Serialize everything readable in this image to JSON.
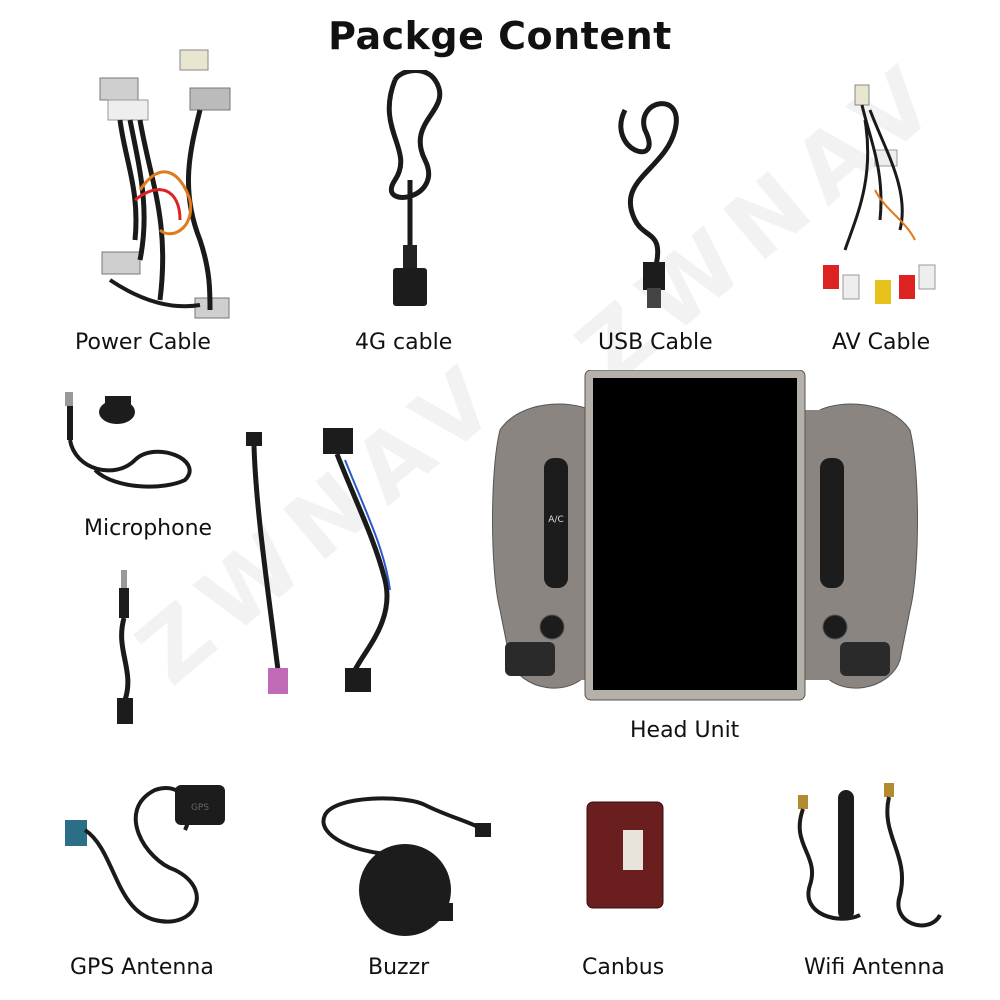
{
  "title": "Packge Content",
  "items": {
    "power_cable": "Power Cable",
    "fourg_cable": "4G cable",
    "usb_cable": "USB Cable",
    "av_cable": "AV Cable",
    "microphone": "Microphone",
    "head_unit": "Head Unit",
    "gps_antenna": "GPS Antenna",
    "buzzr": "Buzzr",
    "canbus": "Canbus",
    "wifi_antenna": "Wifi Antenna"
  },
  "gps_module_text": "GPS",
  "button_ac": "A/C",
  "watermark": "ZWNAV",
  "colors": {
    "cable": "#1a1a1a",
    "bezel": "#8a8580",
    "screen": "#000000",
    "canbus_box": "#6b1e1e",
    "connector_blue": "#2a6f86",
    "connector_pink": "#c06ab8"
  }
}
